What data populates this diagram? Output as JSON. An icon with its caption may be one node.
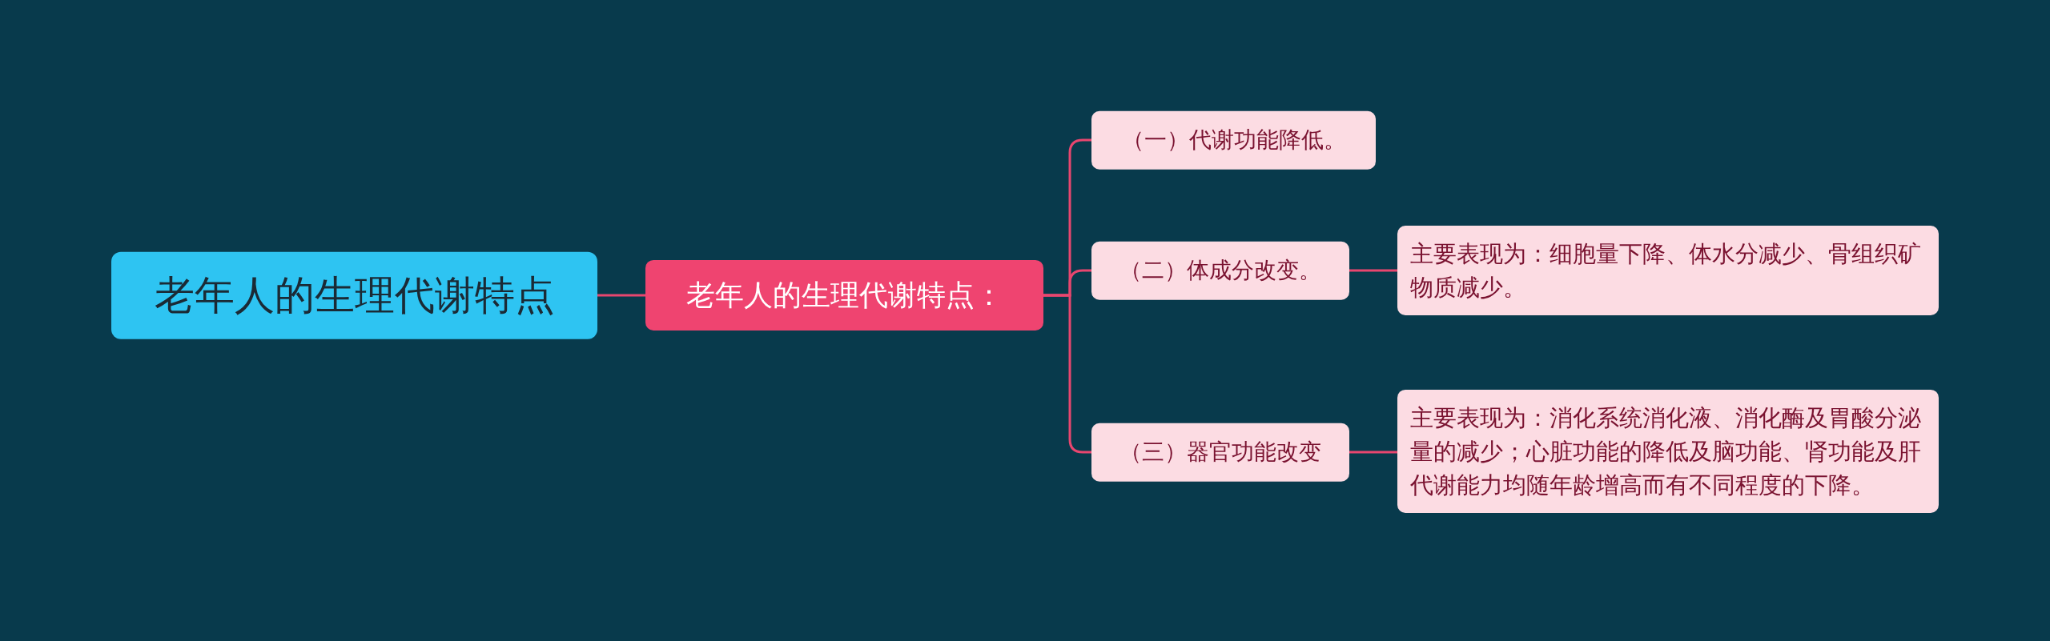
{
  "diagram": {
    "nodes": [
      {
        "text": [
          "老年人的生理代谢特点"
        ]
      },
      {
        "text": [
          "老年人的生理代谢特点："
        ]
      },
      {
        "text": [
          "（一）代谢功能降低。"
        ]
      },
      {
        "text": [
          "（二）体成分改变。"
        ]
      },
      {
        "text": [
          "（三）器官功能改变"
        ]
      },
      {
        "text": [
          "主要表现为：细胞量下降、体水分减少、骨组织矿物质减少。"
        ]
      },
      {
        "text": [
          "主要表现为：消化系统消化液、消化酶及胃酸分泌量的减少；心脏功能的降低及脑功能、肾功能及肝代谢能力均随年龄增高而有不同程度的下降。"
        ]
      }
    ],
    "edges": [
      {
        "from": 0,
        "to": 1,
        "arrow": "none"
      },
      {
        "from": 1,
        "to": 2,
        "arrow": "none"
      },
      {
        "from": 1,
        "to": 3,
        "arrow": "none"
      },
      {
        "from": 1,
        "to": 4,
        "arrow": "none"
      },
      {
        "from": 3,
        "to": 5,
        "arrow": "none"
      },
      {
        "from": 4,
        "to": 6,
        "arrow": "none"
      }
    ]
  }
}
